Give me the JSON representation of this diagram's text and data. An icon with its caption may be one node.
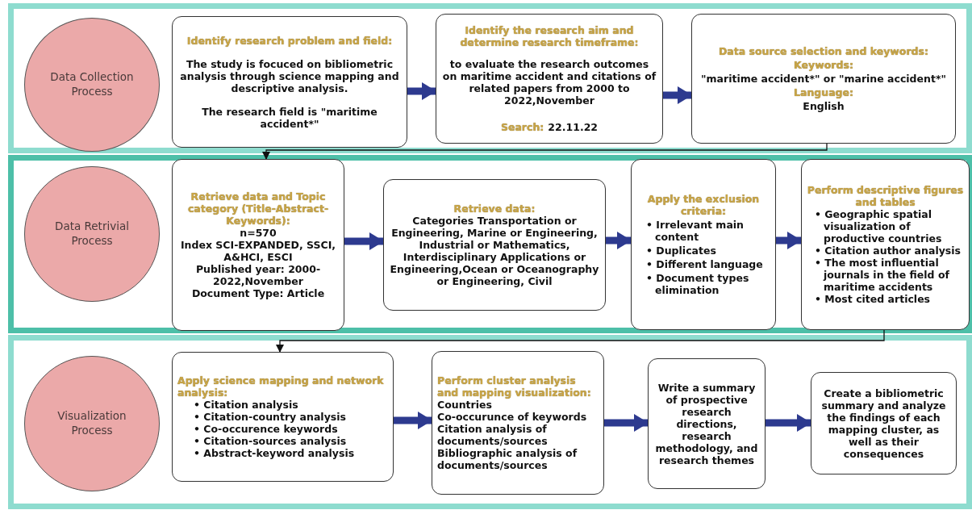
{
  "diagram": {
    "nodes": [
      {
        "text": [],
        "shape": "band"
      },
      {
        "text": [
          "Data Collection Process"
        ],
        "in": 0
      },
      {
        "text": [
          "Identify research problem and field:",
          "The study is focuced on bibliometric analysis through science mapping and descriptive analysis.",
          "The research field is \"maritime accident*\""
        ],
        "in": 0
      },
      {
        "text": [
          "Identify the research aim and determine research timeframe:",
          "to evaluate the research outcomes on maritime accident and citations of related papers from 2000 to 2022,November",
          "Search:",
          "22.11.22"
        ],
        "in": 0
      },
      {
        "text": [
          "Data source selection and  keywords:",
          "Keywords:",
          "\"maritime accident*\" or \"marine accident*\"",
          "Language:",
          "English"
        ],
        "in": 0
      },
      {
        "text": [],
        "shape": "band"
      },
      {
        "text": [
          "Data Retrivial Process"
        ],
        "in": 5
      },
      {
        "text": [
          "Retrieve data and Topic category (Title-Abstract-Keywords):",
          "n=570",
          "Index SCI-EXPANDED, SSCI, A&HCI, ESCI",
          "Published year: 2000-2022,November",
          "Document Type: Article"
        ],
        "in": 5
      },
      {
        "text": [
          "Retrieve data:",
          "Categories Transportation or Engineering, Marine or Engineering, Industrial or Mathematics, Interdisciplinary Applications or Engineering,Ocean or Oceanography or Engineering, Civil"
        ],
        "in": 5
      },
      {
        "text": [
          "Apply the exclusion criteria:",
          "• Irrelevant main content",
          "• Duplicates",
          "• Different language",
          "• Document types elimination"
        ],
        "in": 5
      },
      {
        "text": [
          "Perform descriptive figures and tables",
          "• Geographic spatial visualization of productive countries",
          "• Citation author analysis",
          "• The most influential journals in the field of maritime accidents",
          "• Most cited articles"
        ],
        "in": 5
      },
      {
        "text": [],
        "shape": "band"
      },
      {
        "text": [
          "Visualization Process"
        ],
        "in": 11
      },
      {
        "text": [
          "Apply science mapping and network analysis:",
          "• Citation analysis",
          "• Citation-country analysis",
          "• Co-occurence keywords",
          "• Citation-sources analysis",
          "• Abstract-keyword analysis"
        ],
        "in": 11
      },
      {
        "text": [
          "Perform cluster analysis and mapping visualization:",
          "Countries",
          "Co-occurunce of keywords",
          "Citation analysis of documents/sources",
          "Bibliographic analysis of documents/sources"
        ],
        "in": 11
      },
      {
        "text": [
          "Write a summary of prospective research directions, research methodology, and research themes"
        ],
        "in": 11
      },
      {
        "text": [
          "Create a bibliometric summary and analyze the findings of each mapping cluster, as well as their consequences"
        ],
        "in": 11
      }
    ],
    "edges": [
      {
        "from": 2,
        "to": 3,
        "arrow": "to"
      },
      {
        "from": 3,
        "to": 4,
        "arrow": "to"
      },
      {
        "from": 4,
        "to": 7,
        "arrow": "to",
        "color": "#111111"
      },
      {
        "from": 7,
        "to": 8,
        "arrow": "to"
      },
      {
        "from": 8,
        "to": 9,
        "arrow": "to"
      },
      {
        "from": 9,
        "to": 10,
        "arrow": "to"
      },
      {
        "from": 10,
        "to": 13,
        "arrow": "to",
        "color": "#111111"
      },
      {
        "from": 13,
        "to": 14,
        "arrow": "to"
      },
      {
        "from": 14,
        "to": 15,
        "arrow": "to"
      },
      {
        "from": 15,
        "to": 16,
        "arrow": "to"
      }
    ]
  }
}
